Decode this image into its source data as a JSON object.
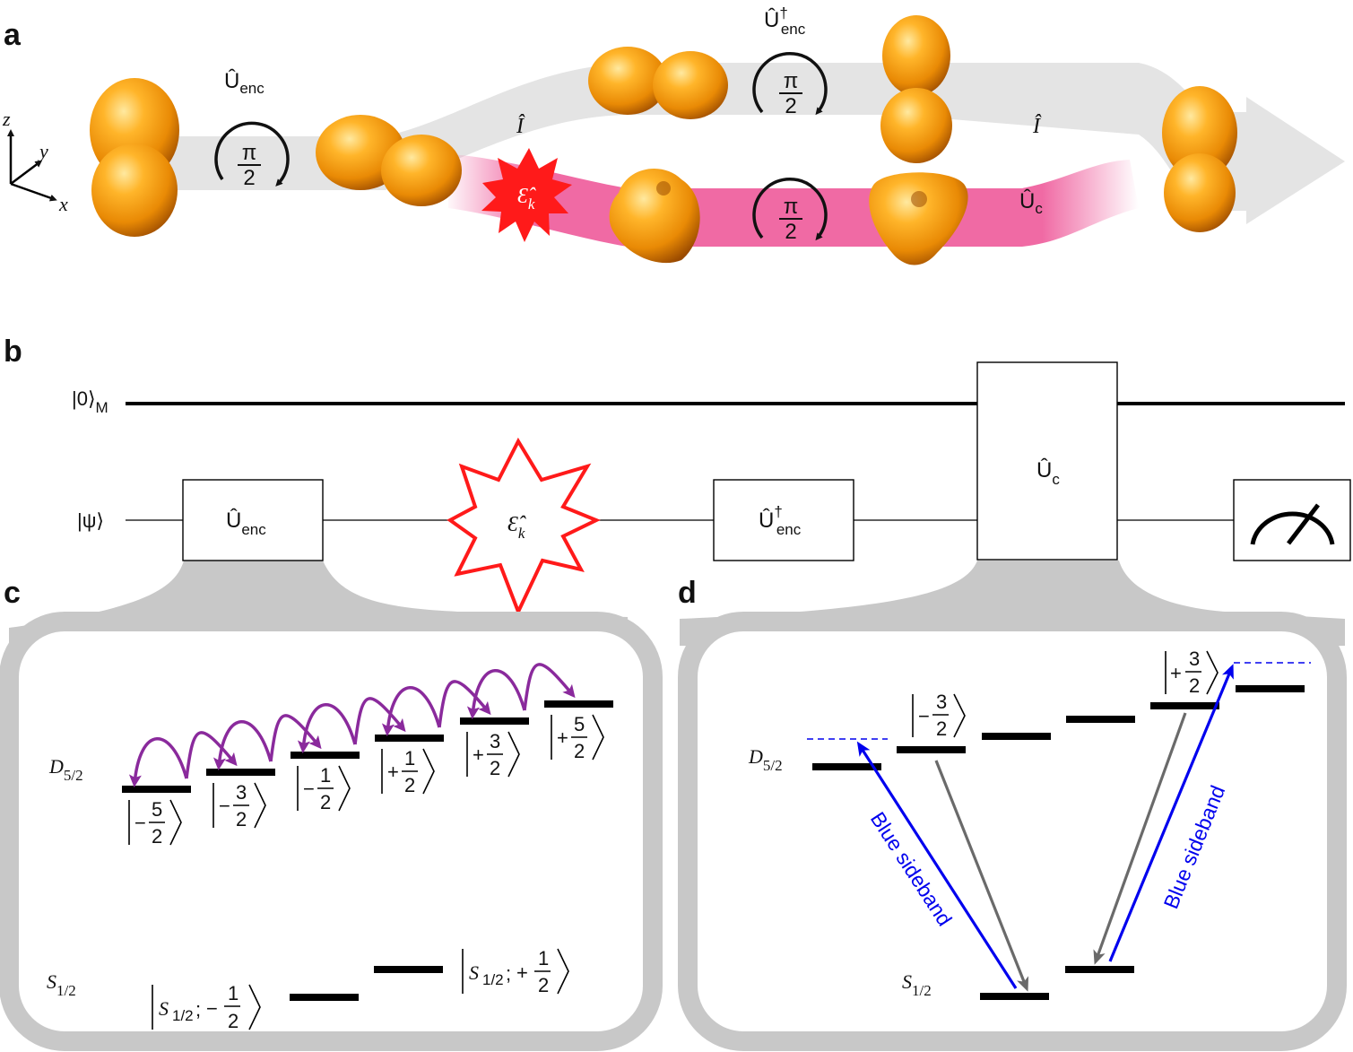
{
  "panels": {
    "a": "a",
    "b": "b",
    "c": "c",
    "d": "d"
  },
  "axes": {
    "z": "z",
    "y": "y",
    "x": "x"
  },
  "panel_a": {
    "u_enc": {
      "main": "Û",
      "sub": "enc"
    },
    "u_enc_dagger": {
      "main": "Û",
      "sup": "†",
      "sub": "enc"
    },
    "identity_top": "Î",
    "identity_right": "Î",
    "error": {
      "main": "Ɛ̂",
      "sub": "k"
    },
    "u_c": {
      "main": "Û",
      "sub": "c"
    },
    "rotation": {
      "numerator": "π",
      "denominator": "2"
    }
  },
  "colors": {
    "arrow_grey": "#e4e4e4",
    "error_path": "#f06aa4",
    "error_star": "#ff1a1a",
    "orbital": "#f0a010",
    "purple": "#8a2a9c",
    "blue": "#0000ee",
    "grey_transition": "#6a6a6a",
    "panel_grey": "#c8c8c8"
  },
  "circuit": {
    "memory_label": {
      "ket": "|0⟩",
      "sub": "M"
    },
    "psi_label": "|ψ⟩",
    "u_enc": {
      "main": "Û",
      "sub": "enc"
    },
    "error": {
      "main": "Ɛ̂",
      "sub": "k"
    },
    "u_enc_dagger": {
      "main": "Û",
      "sup": "†",
      "sub": "enc"
    },
    "u_c": {
      "main": "Û",
      "sub": "c"
    },
    "measure_icon": "meter-icon"
  },
  "panel_c": {
    "d_label": {
      "main": "D",
      "sub": "5/2"
    },
    "s_label": {
      "main": "S",
      "sub": "1/2"
    },
    "d_states": [
      {
        "sign": "−",
        "num": "5",
        "den": "2"
      },
      {
        "sign": "−",
        "num": "3",
        "den": "2"
      },
      {
        "sign": "−",
        "num": "1",
        "den": "2"
      },
      {
        "sign": "+",
        "num": "1",
        "den": "2"
      },
      {
        "sign": "+",
        "num": "3",
        "den": "2"
      },
      {
        "sign": "+",
        "num": "5",
        "den": "2"
      }
    ],
    "s_states": [
      {
        "prefix": "S",
        "sub": "1/2",
        "sep": ";",
        "sign": "−",
        "num": "1",
        "den": "2"
      },
      {
        "prefix": "S",
        "sub": "1/2",
        "sep": ";",
        "sign": "+",
        "num": "1",
        "den": "2"
      }
    ]
  },
  "panel_d": {
    "d_label": {
      "main": "D",
      "sub": "5/2"
    },
    "s_label": {
      "main": "S",
      "sub": "1/2"
    },
    "states": [
      {
        "sign": "−",
        "num": "3",
        "den": "2"
      },
      {
        "sign": "+",
        "num": "3",
        "den": "2"
      }
    ],
    "blue_sideband": "Blue sideband"
  }
}
